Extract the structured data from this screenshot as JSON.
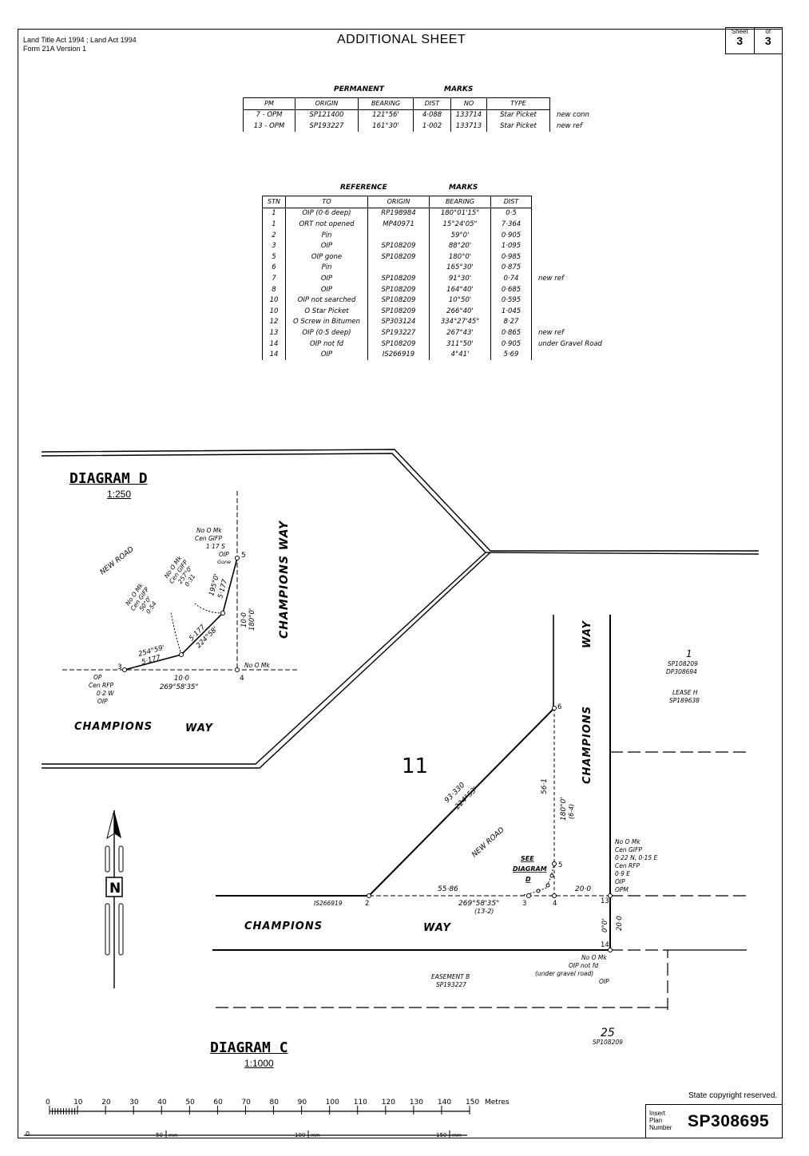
{
  "header": {
    "act_line": "Land Title Act 1994 ;  Land Act 1994",
    "form_line": "Form 21A Version 1",
    "title": "ADDITIONAL SHEET",
    "sheet_label": "Sheet",
    "sheet_num": "3",
    "of_label": "of",
    "of_num": "3"
  },
  "permanent_marks": {
    "title_left": "PERMANENT",
    "title_right": "MARKS",
    "columns": [
      "PM",
      "ORIGIN",
      "BEARING",
      "DIST",
      "NO",
      "TYPE"
    ],
    "rows": [
      {
        "pm": "7 - OPM",
        "origin": "SP121400",
        "bearing": "121°56'",
        "dist": "4·088",
        "no": "133714",
        "type": "Star Picket",
        "note": "new conn"
      },
      {
        "pm": "13 - OPM",
        "origin": "SP193227",
        "bearing": "161°30'",
        "dist": "1·002",
        "no": "133713",
        "type": "Star Picket",
        "note": "new ref"
      }
    ]
  },
  "reference_marks": {
    "title_left": "REFERENCE",
    "title_right": "MARKS",
    "columns": [
      "STN",
      "TO",
      "ORIGIN",
      "BEARING",
      "DIST"
    ],
    "rows": [
      {
        "stn": "1",
        "to": "OIP (0·6 deep)",
        "origin": "RP198984",
        "bearing": "180°01'15\"",
        "dist": "0·5",
        "note": ""
      },
      {
        "stn": "1",
        "to": "ORT not opened",
        "origin": "MP40971",
        "bearing": "15°24'05\"",
        "dist": "7·364",
        "note": ""
      },
      {
        "stn": "2",
        "to": "Pin",
        "origin": "",
        "bearing": "59°0'",
        "dist": "0·905",
        "note": ""
      },
      {
        "stn": "3",
        "to": "OIP",
        "origin": "SP108209",
        "bearing": "88°20'",
        "dist": "1·095",
        "note": ""
      },
      {
        "stn": "5",
        "to": "OIP gone",
        "origin": "SP108209",
        "bearing": "180°0'",
        "dist": "0·985",
        "note": ""
      },
      {
        "stn": "6",
        "to": "Pin",
        "origin": "",
        "bearing": "165°30'",
        "dist": "0·875",
        "note": ""
      },
      {
        "stn": "7",
        "to": "OIP",
        "origin": "SP108209",
        "bearing": "91°30'",
        "dist": "0·74",
        "note": "new ref"
      },
      {
        "stn": "8",
        "to": "OIP",
        "origin": "SP108209",
        "bearing": "164°40'",
        "dist": "0·685",
        "note": ""
      },
      {
        "stn": "10",
        "to": "OIP not searched",
        "origin": "SP108209",
        "bearing": "10°50'",
        "dist": "0·595",
        "note": ""
      },
      {
        "stn": "10",
        "to": "O Star Picket",
        "origin": "SP108209",
        "bearing": "266°40'",
        "dist": "1·045",
        "note": ""
      },
      {
        "stn": "12",
        "to": "O Screw in Bitumen",
        "origin": "SP303124",
        "bearing": "334°27'45\"",
        "dist": "8·27",
        "note": ""
      },
      {
        "stn": "13",
        "to": "OIP (0·5 deep)",
        "origin": "SP193227",
        "bearing": "267°43'",
        "dist": "0·865",
        "note": "new ref"
      },
      {
        "stn": "14",
        "to": "OIP not fd",
        "origin": "SP108209",
        "bearing": "311°50'",
        "dist": "0·905",
        "note": "under Gravel Road"
      },
      {
        "stn": "14",
        "to": "OIP",
        "origin": "IS266919",
        "bearing": "4°41'",
        "dist": "5·69",
        "note": ""
      }
    ]
  },
  "diagram_d": {
    "title": "DIAGRAM D",
    "scale": "1:250",
    "road_new": "NEW ROAD",
    "road_champions": "CHAMPIONS",
    "road_way": "WAY",
    "road_champions_way_v": "CHAMPIONS   WAY",
    "stn_3": "3",
    "stn_4": "4",
    "stn_5": "5",
    "note_3": [
      "OP",
      "Cen RFP",
      "0·2 W",
      "OIP"
    ],
    "note_4": "No O Mk",
    "note_5": [
      "No O Mk",
      "Cen GIFP",
      "1·17 S",
      "OIP",
      "Gone"
    ],
    "line_3_4_dist": "10·0",
    "line_3_4_bearing": "269°58'35\"",
    "line_4_5_dist": "10·0",
    "line_4_5_bearing": "180°0'",
    "seg1_bearing": "254°59'",
    "seg1_dist": "5·177",
    "seg2_dist": "5·177",
    "seg2_bearing": "224°58'",
    "seg3_bearing": "195°0'",
    "seg3_dist": "5·177",
    "pt_a": [
      "No O Mk",
      "Cen GIFP",
      "50°0'",
      "0·54"
    ],
    "pt_b": [
      "No O Mk",
      "Cen GIFP",
      "257°0'",
      "0·31"
    ]
  },
  "diagram_c": {
    "title": "DIAGRAM C",
    "scale": "1:1000",
    "lot_11": "11",
    "lot_1": "1",
    "lot_1_ref": [
      "SP108209",
      "DP308694"
    ],
    "lease": [
      "LEASE H",
      "SP189638"
    ],
    "lot_25": "25",
    "lot_25_ref": "SP108209",
    "easement": [
      "EASEMENT B",
      "SP193227"
    ],
    "road_champions": "CHAMPIONS",
    "road_way": "WAY",
    "road_new": "NEW ROAD",
    "see_diagram": [
      "SEE",
      "DIAGRAM",
      "D"
    ],
    "line_2_6_dist": "93·330",
    "line_2_6_bearing": "224°53'",
    "line_6_4_dist": "56·1",
    "line_6_4_bearing": "180°0'",
    "line_6_4_sub": "(6-4)",
    "line_2_3_dist": "55·86",
    "line_bottom_bearing": "269°58'35\"",
    "line_bottom_sub": "(13-2)",
    "line_4_13_dist": "20·0",
    "line_13_14_a": "0°0'",
    "line_13_14_b": "20·0",
    "origin_2": "IS266919",
    "stn_2": "2",
    "stn_3": "3",
    "stn_4": "4",
    "stn_5": "5",
    "stn_6": "6",
    "stn_13": "13",
    "stn_14": "14",
    "note_13": [
      "No O Mk",
      "Cen GIFP",
      "0·22 N, 0·15 E",
      "Cen RFP",
      "0·9 E",
      "OIP",
      "OPM"
    ],
    "note_14": [
      "No O Mk",
      "OIP not fd",
      "(under gravel road)",
      "OIP"
    ],
    "north": "N"
  },
  "scale_bar": {
    "ticks": [
      "0",
      "10",
      "20",
      "30",
      "40",
      "50",
      "60",
      "70",
      "80",
      "90",
      "100",
      "110",
      "120",
      "130",
      "140",
      "150"
    ],
    "unit": "Metres",
    "mm_zero": "0",
    "mm_50": "50",
    "mm_100": "100",
    "mm_150": "150",
    "mm_unit": "mm"
  },
  "footer": {
    "copyright": "State copyright reserved.",
    "plan_label": [
      "Insert",
      "Plan",
      "Number"
    ],
    "plan_number": "SP308695"
  }
}
